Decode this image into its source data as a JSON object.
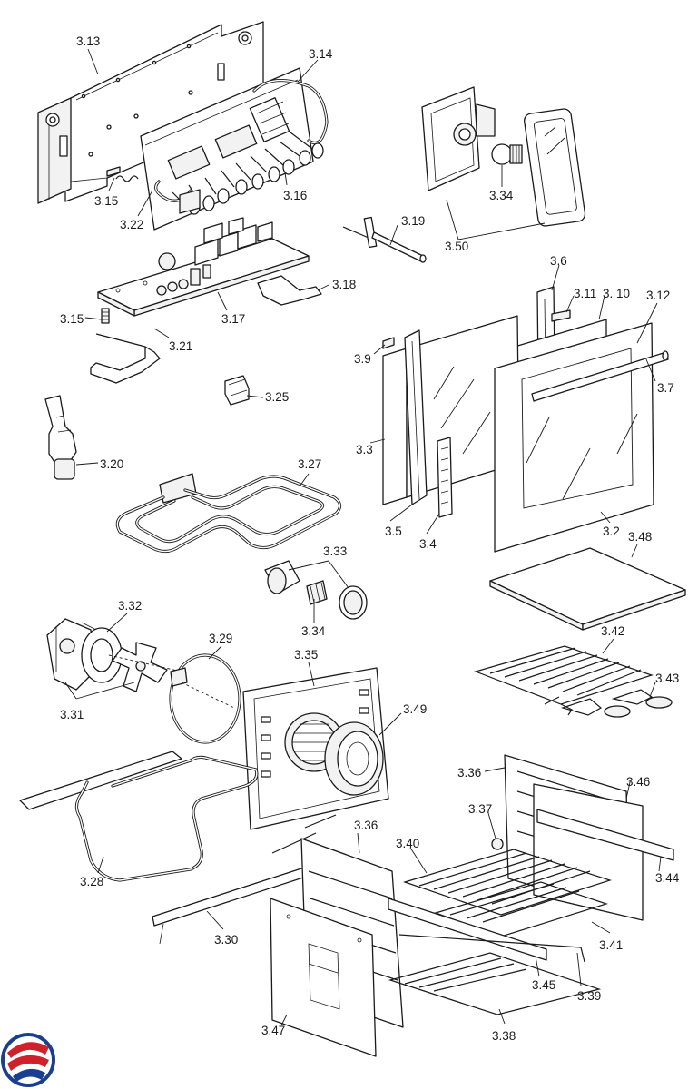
{
  "diagram": {
    "type": "exploded-parts-diagram",
    "callouts": [
      {
        "id": "3.13",
        "label": "3.13"
      },
      {
        "id": "3.14",
        "label": "3.14"
      },
      {
        "id": "3.15a",
        "label": "3.15"
      },
      {
        "id": "3.22",
        "label": "3.22"
      },
      {
        "id": "3.16",
        "label": "3.16"
      },
      {
        "id": "3.34a",
        "label": "3.34"
      },
      {
        "id": "3.50",
        "label": "3.50"
      },
      {
        "id": "3.19",
        "label": "3.19"
      },
      {
        "id": "3.18",
        "label": "3.18"
      },
      {
        "id": "3.17",
        "label": "3.17"
      },
      {
        "id": "3.15b",
        "label": "3.15"
      },
      {
        "id": "3.21",
        "label": "3.21"
      },
      {
        "id": "3.25",
        "label": "3.25"
      },
      {
        "id": "3.20",
        "label": "3.20"
      },
      {
        "id": "3.6",
        "label": "3.6"
      },
      {
        "id": "3.11",
        "label": "3.11"
      },
      {
        "id": "3.10",
        "label": "3. 10"
      },
      {
        "id": "3.12",
        "label": "3.12"
      },
      {
        "id": "3.9",
        "label": "3.9"
      },
      {
        "id": "3.7",
        "label": "3.7"
      },
      {
        "id": "3.3",
        "label": "3.3"
      },
      {
        "id": "3.27",
        "label": "3.27"
      },
      {
        "id": "3.5",
        "label": "3.5"
      },
      {
        "id": "3.4",
        "label": "3.4"
      },
      {
        "id": "3.2",
        "label": "3.2"
      },
      {
        "id": "3.48",
        "label": "3.48"
      },
      {
        "id": "3.33",
        "label": "3.33"
      },
      {
        "id": "3.34b",
        "label": "3.34"
      },
      {
        "id": "3.32",
        "label": "3.32"
      },
      {
        "id": "3.29",
        "label": "3.29"
      },
      {
        "id": "3.31",
        "label": "3.31"
      },
      {
        "id": "3.35",
        "label": "3.35"
      },
      {
        "id": "3.49",
        "label": "3.49"
      },
      {
        "id": "3.42",
        "label": "3.42"
      },
      {
        "id": "3.43",
        "label": "3.43"
      },
      {
        "id": "3.36a",
        "label": "3.36"
      },
      {
        "id": "3.46",
        "label": "3.46"
      },
      {
        "id": "3.37",
        "label": "3.37"
      },
      {
        "id": "3.36b",
        "label": "3.36"
      },
      {
        "id": "3.40",
        "label": "3.40"
      },
      {
        "id": "3.44",
        "label": "3.44"
      },
      {
        "id": "3.28",
        "label": "3.28"
      },
      {
        "id": "3.41",
        "label": "3.41"
      },
      {
        "id": "3.30",
        "label": "3.30"
      },
      {
        "id": "3.45",
        "label": "3.45"
      },
      {
        "id": "3.39",
        "label": "3.39"
      },
      {
        "id": "3.47",
        "label": "3.47"
      },
      {
        "id": "3.38",
        "label": "3.38"
      }
    ],
    "logo": {
      "name": "brand-logo",
      "colors": [
        "#1a3f8f",
        "#d0202a"
      ]
    },
    "line_color": "#1a1a1a"
  }
}
